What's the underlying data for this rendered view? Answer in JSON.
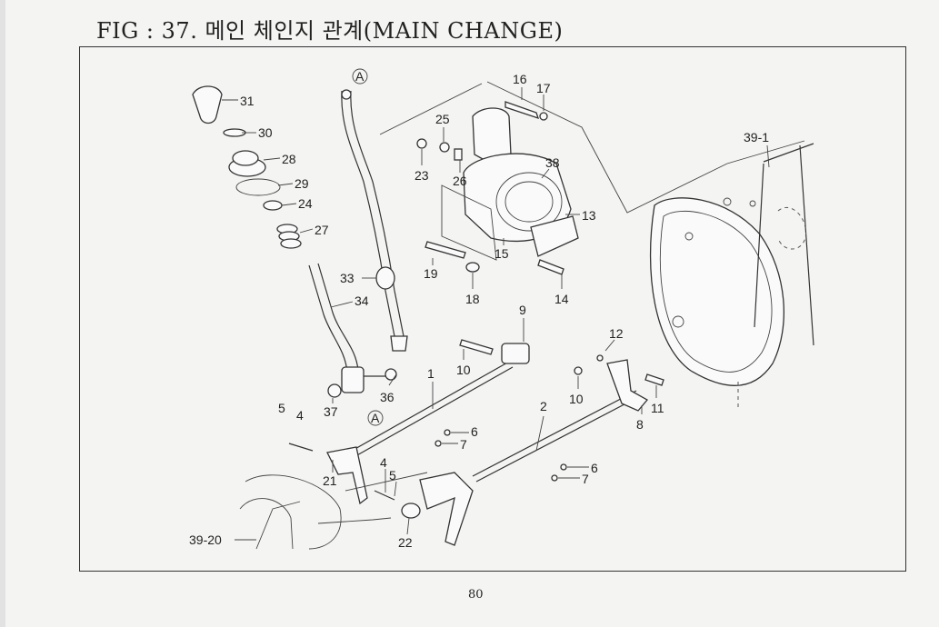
{
  "title": "FIG : 37. 메인 체인지 관계(MAIN CHANGE)",
  "page_number": "80",
  "callout_letter": "A",
  "labels": {
    "p31": "31",
    "p30": "30",
    "p28": "28",
    "p29": "29",
    "p24": "24",
    "p27": "27",
    "p34": "34",
    "p33": "33",
    "p36": "36",
    "p37": "37",
    "p16": "16",
    "p17": "17",
    "p25": "25",
    "p23": "23",
    "p26": "26",
    "p38": "38",
    "p13": "13",
    "p15": "15",
    "p19": "19",
    "p18": "18",
    "p14": "14",
    "p39_1": "39-1",
    "p9": "9",
    "p10a": "10",
    "p1": "1",
    "p12": "12",
    "p10b": "10",
    "p11": "11",
    "p8": "8",
    "p2": "2",
    "p5a": "5",
    "p4a": "4",
    "p6a": "6",
    "p7a": "7",
    "p6b": "6",
    "p7b": "7",
    "p4b": "4",
    "p5b": "5",
    "p21": "21",
    "p22": "22",
    "p39_20": "39-20"
  }
}
